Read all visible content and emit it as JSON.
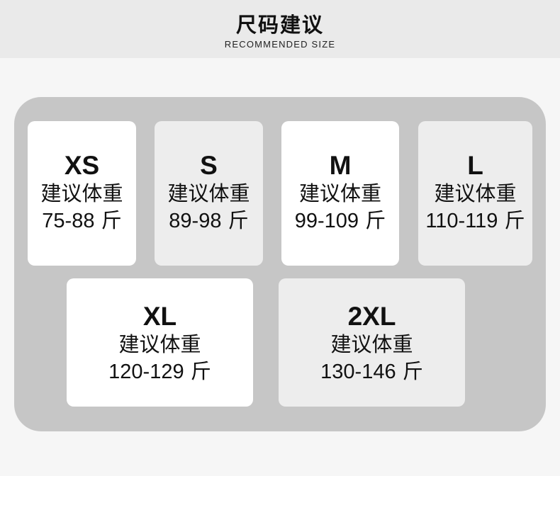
{
  "header": {
    "title": "尺码建议",
    "subtitle": "RECOMMENDED SIZE"
  },
  "cards": [
    {
      "size": "XS",
      "label": "建议体重",
      "range": "75-88",
      "unit": "斤"
    },
    {
      "size": "S",
      "label": "建议体重",
      "range": "89-98",
      "unit": "斤"
    },
    {
      "size": "M",
      "label": "建议体重",
      "range": "99-109",
      "unit": "斤"
    },
    {
      "size": "L",
      "label": "建议体重",
      "range": "110-119",
      "unit": "斤"
    },
    {
      "size": "XL",
      "label": "建议体重",
      "range": "120-129",
      "unit": "斤"
    },
    {
      "size": "2XL",
      "label": "建议体重",
      "range": "130-146",
      "unit": "斤"
    }
  ],
  "colors": {
    "header_bg": "#eaeaea",
    "panel_bg": "#c6c6c6",
    "card_white": "#ffffff",
    "card_grey": "#ededed"
  }
}
